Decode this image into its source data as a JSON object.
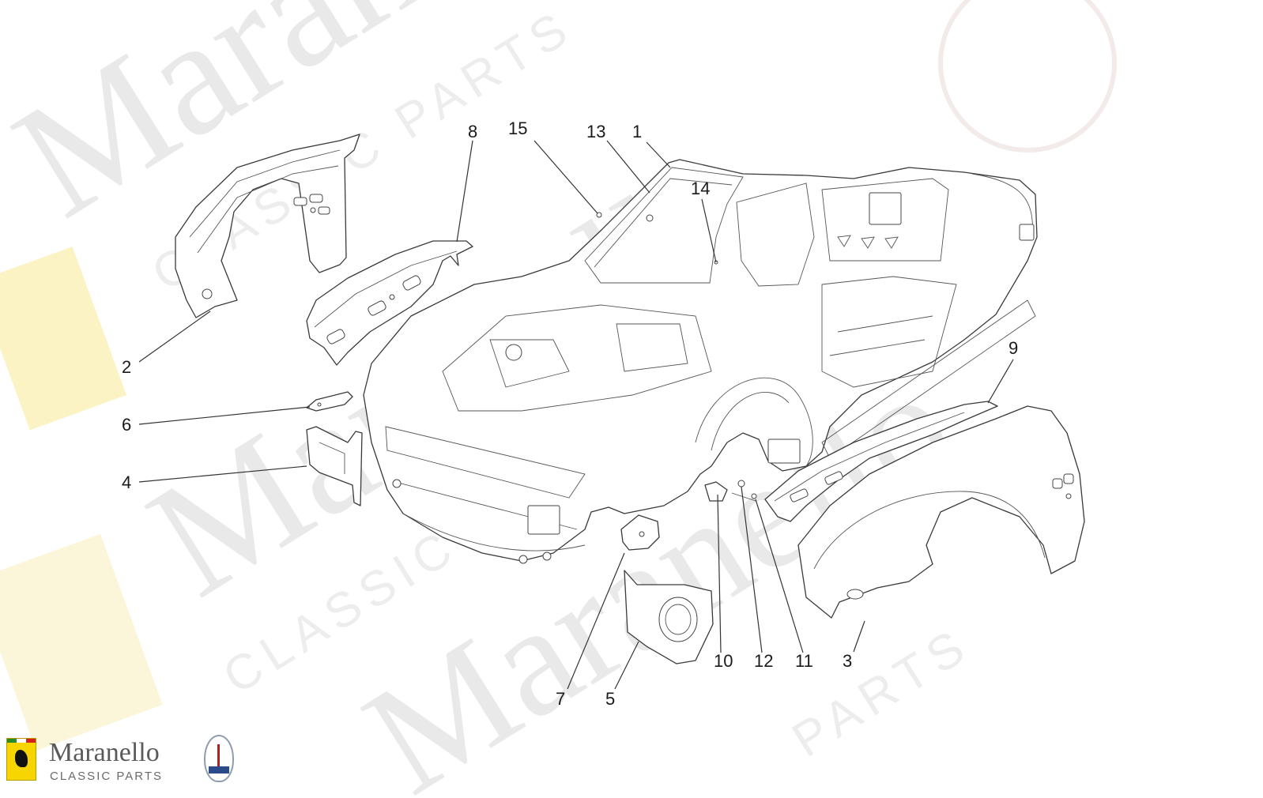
{
  "watermark": {
    "big_text": "Maranello",
    "small_text_1": "CLASSIC PARTS",
    "small_text_2": "CLASSIC",
    "small_text_3": "PARTS"
  },
  "brand": {
    "name": "Maranello",
    "subtitle": "CLASSIC PARTS",
    "ferrari_icon": "ferrari-shield-icon",
    "maserati_icon": "maserati-trident-icon"
  },
  "callouts": [
    {
      "id": "c1",
      "label": "1"
    },
    {
      "id": "c2",
      "label": "2"
    },
    {
      "id": "c3",
      "label": "3"
    },
    {
      "id": "c4",
      "label": "4"
    },
    {
      "id": "c5",
      "label": "5"
    },
    {
      "id": "c6",
      "label": "6"
    },
    {
      "id": "c7",
      "label": "7"
    },
    {
      "id": "c8",
      "label": "8"
    },
    {
      "id": "c9",
      "label": "9"
    },
    {
      "id": "c10",
      "label": "10"
    },
    {
      "id": "c11",
      "label": "11"
    },
    {
      "id": "c12",
      "label": "12"
    },
    {
      "id": "c13",
      "label": "13"
    },
    {
      "id": "c14",
      "label": "14"
    },
    {
      "id": "c15",
      "label": "15"
    }
  ]
}
